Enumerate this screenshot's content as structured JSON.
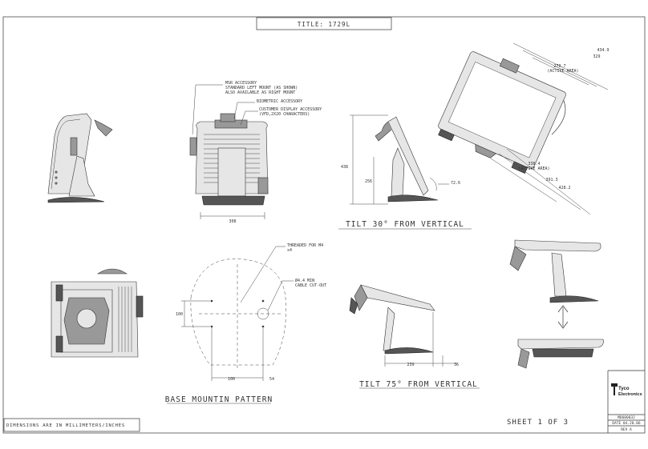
{
  "title": "TITLE: 1729L",
  "notes": {
    "msr": [
      "MSR ACCESSORY",
      "STANDARD LEFT MOUNT (AS SHOWN)",
      "ALSO AVAILABLE AS RIGHT MOUNT"
    ],
    "biometric": "BIOMETRIC ACCESSORY",
    "customer_display": [
      "CUSTOMER DISPLAY ACCESSORY",
      "(VFD,2X20 CHARACTERS)"
    ],
    "threaded": [
      "THREADED FOR M4",
      "x4"
    ],
    "cable": [
      "Ø4.4 MIN",
      "CABLE CUT-OUT"
    ]
  },
  "dims": {
    "rear_width": "308",
    "tilt30_height": "438",
    "tilt30_mid": "256",
    "tilt30_angle": "72.6",
    "diag_outer": "434.9",
    "diag_inner": "329",
    "diag_active": [
      "270.7",
      "(ACTIVE AREA)"
    ],
    "horiz_active": [
      "338.4",
      "(ACTIVE AREA)"
    ],
    "horiz_inner": "391.3",
    "horiz_outer": "428.2",
    "pattern_h": "100",
    "pattern_w": "100",
    "pattern_off": "54",
    "tilt75_depth": "239",
    "tilt75_off": "36"
  },
  "captions": {
    "tilt30": "TILT 30° FROM VERTICAL",
    "tilt75": "TILT 75° FROM VERTICAL",
    "base": "BASE MOUNTIN PATTERN"
  },
  "footer": {
    "dimensions_note": "DIMENSIONS ARE IN MILLIMETERS/INCHES",
    "sheet": "SHEET 1 OF 3",
    "logo_line1": "Tyco",
    "logo_line2": "Electronics",
    "doc_number": "MD600032",
    "date": "DATE 04.28.06",
    "rev": "REV A"
  }
}
